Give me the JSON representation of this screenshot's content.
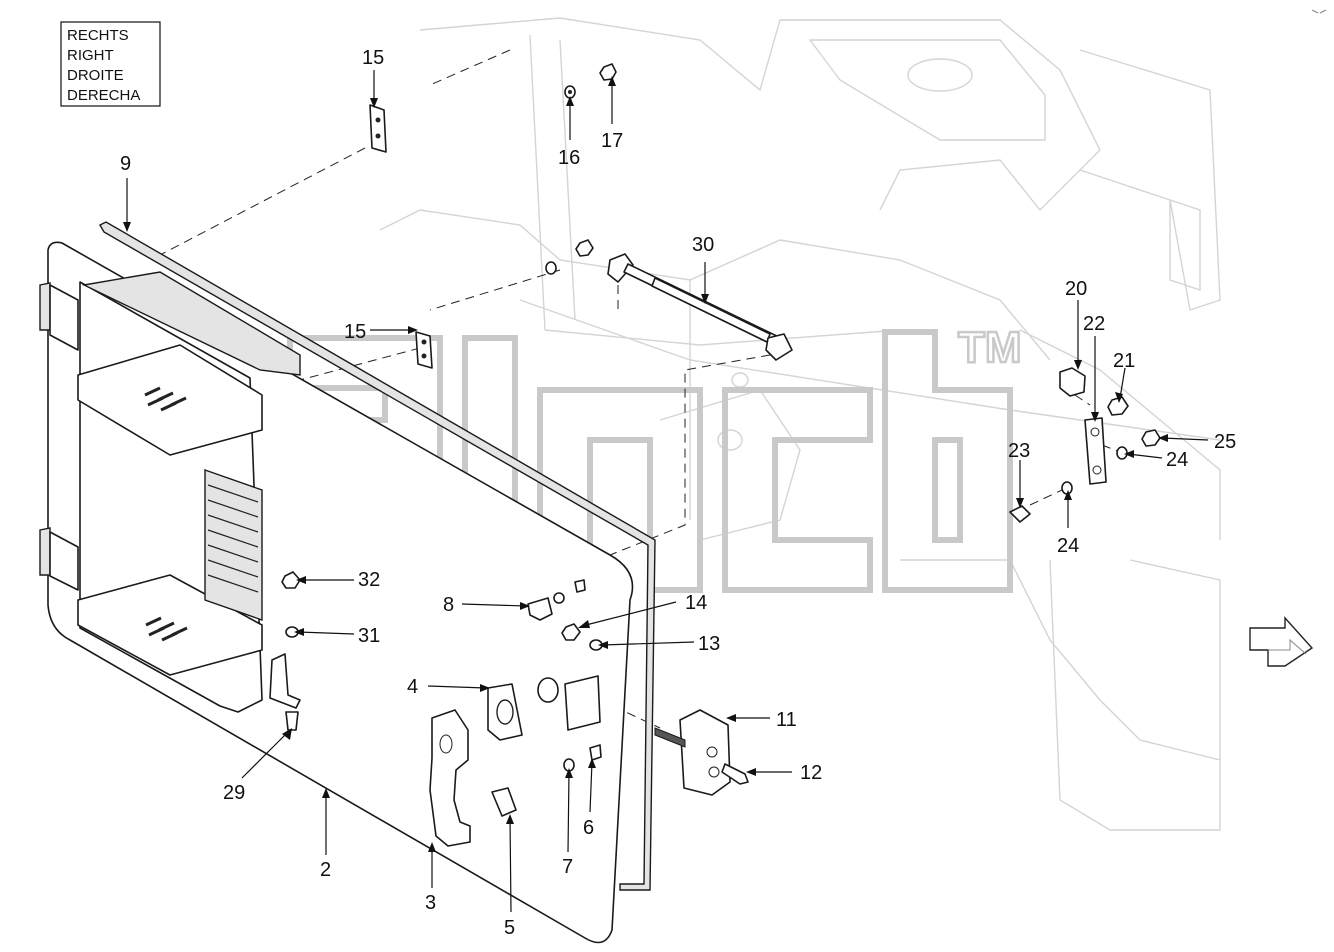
{
  "language_box": [
    "RECHTS",
    "RIGHT",
    "DROITE",
    "DERECHA"
  ],
  "watermark": "TM",
  "callouts": [
    {
      "id": "c15a",
      "label": "15"
    },
    {
      "id": "c16",
      "label": "16"
    },
    {
      "id": "c17",
      "label": "17"
    },
    {
      "id": "c9",
      "label": "9"
    },
    {
      "id": "c30",
      "label": "30"
    },
    {
      "id": "c15b",
      "label": "15"
    },
    {
      "id": "c20",
      "label": "20"
    },
    {
      "id": "c22",
      "label": "22"
    },
    {
      "id": "c21",
      "label": "21"
    },
    {
      "id": "c25",
      "label": "25"
    },
    {
      "id": "c23",
      "label": "23"
    },
    {
      "id": "c24a",
      "label": "24"
    },
    {
      "id": "c24b",
      "label": "24"
    },
    {
      "id": "c32",
      "label": "32"
    },
    {
      "id": "c8",
      "label": "8"
    },
    {
      "id": "c14",
      "label": "14"
    },
    {
      "id": "c31",
      "label": "31"
    },
    {
      "id": "c13",
      "label": "13"
    },
    {
      "id": "c4",
      "label": "4"
    },
    {
      "id": "c11",
      "label": "11"
    },
    {
      "id": "c12",
      "label": "12"
    },
    {
      "id": "c29",
      "label": "29"
    },
    {
      "id": "c6",
      "label": "6"
    },
    {
      "id": "c2",
      "label": "2"
    },
    {
      "id": "c7",
      "label": "7"
    },
    {
      "id": "c3",
      "label": "3"
    },
    {
      "id": "c5",
      "label": "5"
    }
  ]
}
